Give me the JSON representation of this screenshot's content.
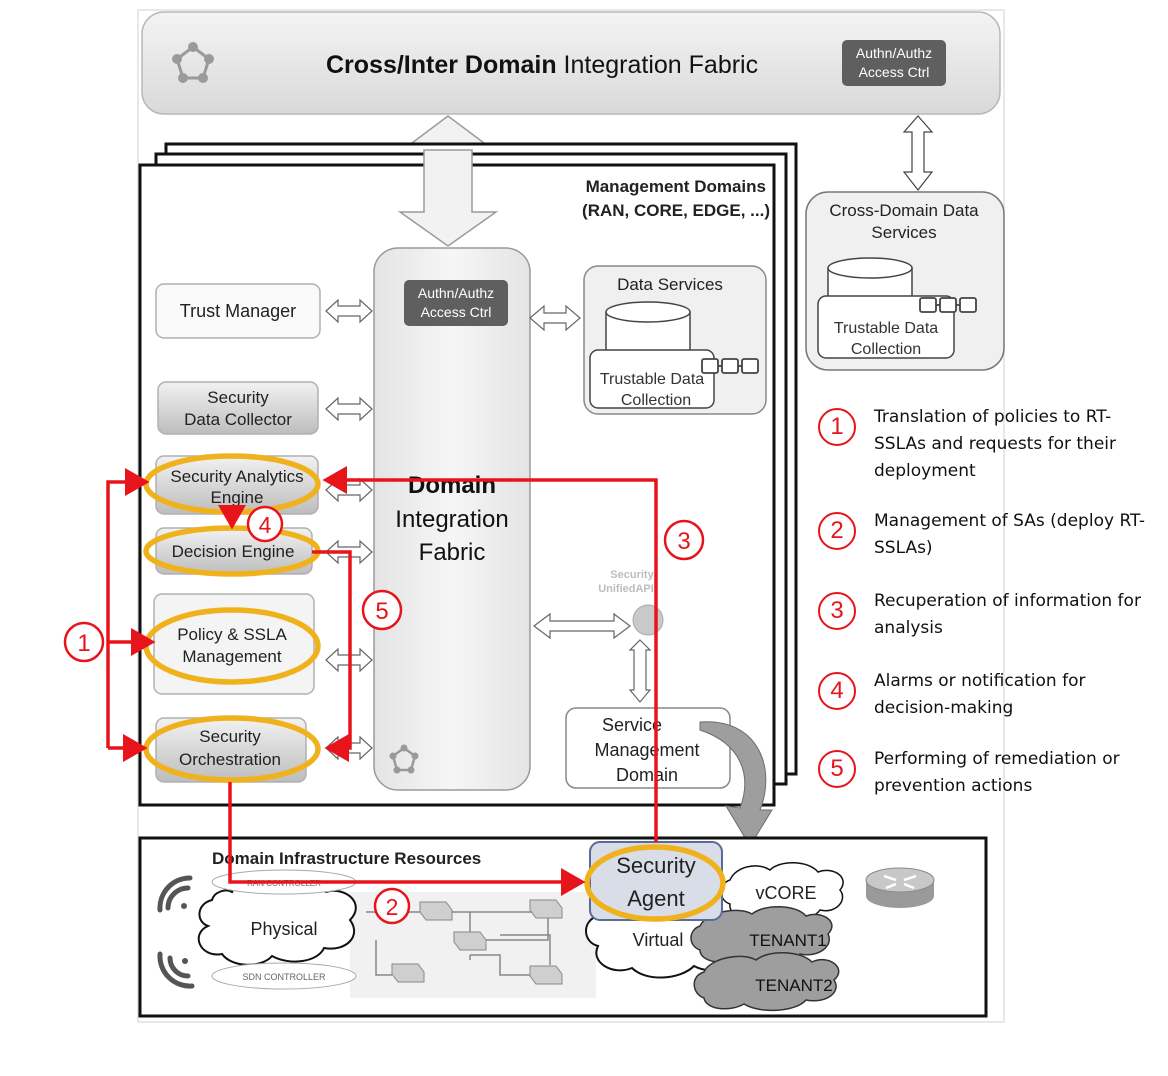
{
  "fabric": {
    "title_bold": "Cross/Inter Domain",
    "title_rest": " Integration Fabric",
    "auth_line1": "Authn/Authz",
    "auth_line2": "Access Ctrl"
  },
  "management_domains": {
    "title_line1": "Management Domains",
    "title_line2": "(RAN, CORE, EDGE, ...)"
  },
  "components": {
    "trust_manager": "Trust Manager",
    "security_data_collector": [
      "Security",
      "Data Collector"
    ],
    "security_analytics_engine": [
      "Security Analytics",
      "Engine"
    ],
    "decision_engine": "Decision Engine",
    "policy_ssla_management": [
      "Policy & SSLA",
      "Management"
    ],
    "security_orchestration": [
      "Security",
      "Orchestration"
    ]
  },
  "domain_fabric": {
    "auth_line1": "Authn/Authz",
    "auth_line2": "Access Ctrl",
    "title": [
      "Domain",
      "Integration",
      "Fabric"
    ]
  },
  "data_services": {
    "title": "Data Services",
    "trustable": [
      "Trustable Data",
      "Collection"
    ]
  },
  "cross_domain_data_services": {
    "title": [
      "Cross-Domain Data",
      "Services"
    ],
    "trustable": [
      "Trustable Data",
      "Collection"
    ]
  },
  "unified_api": [
    "Security",
    "UnifiedAPI"
  ],
  "service_management": [
    "Service",
    "Management",
    "Domain"
  ],
  "infrastructure": {
    "title": "Domain Infrastructure Resources",
    "ran_controller": "RAN CONTROLLER",
    "sdn_controller": "SDN CONTROLLER",
    "physical": "Physical",
    "virtual": "Virtual",
    "security_agent": [
      "Security",
      "Agent"
    ],
    "vcore": "vCORE",
    "tenant1": "TENANT1",
    "tenant2": "TENANT2"
  },
  "flow_markers": [
    "1",
    "2",
    "3",
    "4",
    "5"
  ],
  "legend": [
    {
      "num": "1",
      "text": "Translation of policies to RT-SSLAs and requests for their deployment"
    },
    {
      "num": "2",
      "text": "Management of SAs (deploy RT-SSLAs)"
    },
    {
      "num": "3",
      "text": "Recuperation of information for analysis"
    },
    {
      "num": "4",
      "text": "Alarms or notification for decision-making"
    },
    {
      "num": "5",
      "text": "Performing of remediation or prevention actions"
    }
  ],
  "colors": {
    "flow_red": "#e8141b",
    "highlight_orange": "#f0b21c",
    "panel_grey": "#e9e9e9",
    "dark_badge": "#5f5f5f"
  }
}
